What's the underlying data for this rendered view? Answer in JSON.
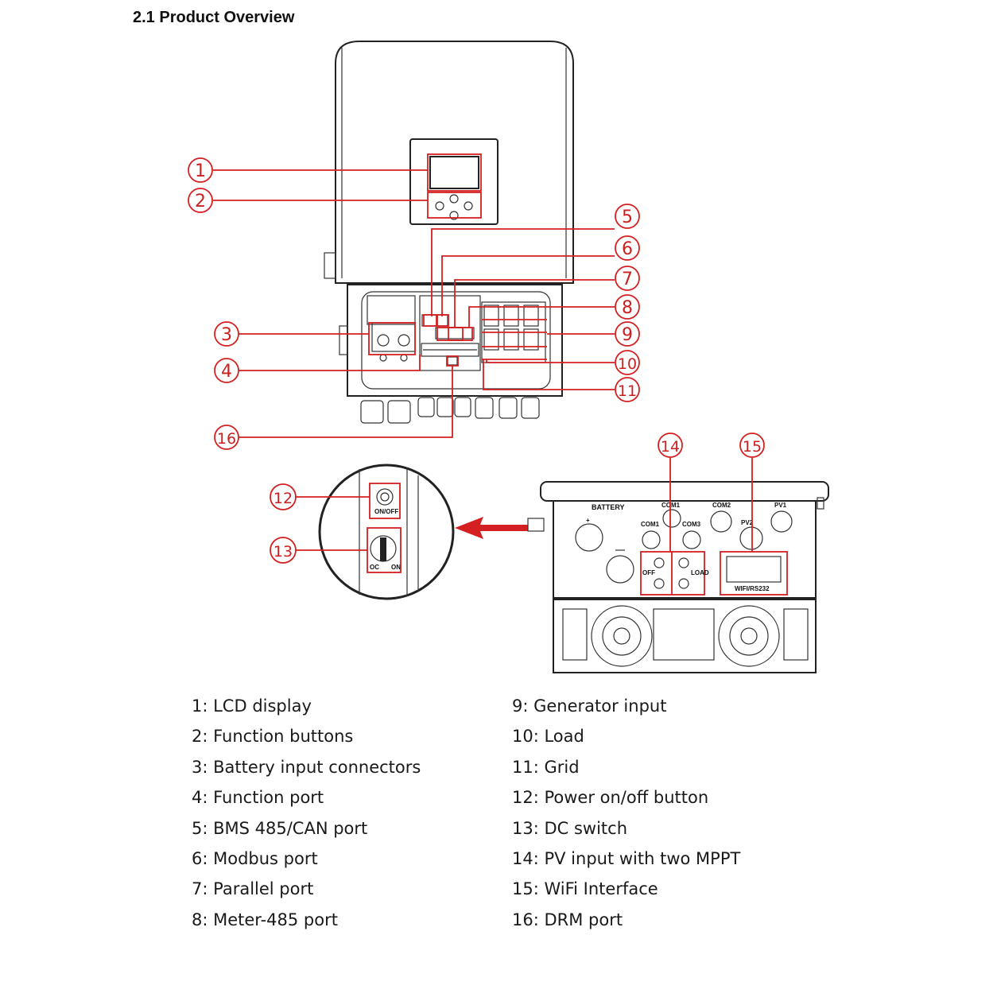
{
  "heading": "2.1 Product Overview",
  "callouts": [
    "1",
    "2",
    "3",
    "4",
    "5",
    "6",
    "7",
    "8",
    "9",
    "10",
    "11",
    "12",
    "13",
    "14",
    "15",
    "16"
  ],
  "device_labels": {
    "battery": "BATTERY",
    "com1_top": "COM1",
    "com1": "COM1",
    "com2": "COM2",
    "com3": "COM3",
    "pv1": "PV1",
    "pv2": "PV2",
    "wifi": "WIFI/RS232",
    "off": "OFF",
    "load": "LOAD",
    "onoff": "ON/OFF",
    "oc": "OC",
    "on": "ON"
  },
  "legend": [
    "1: LCD display",
    "2: Function buttons",
    "3: Battery input connectors",
    "4: Function port",
    "5: BMS 485/CAN port",
    "6:  Modbus port",
    "7:  Parallel port",
    "8:  Meter-485 port",
    "9:  Generator input",
    "10:  Load",
    "11:  Grid",
    "12:  Power on/off button",
    "13:  DC switch",
    "14:  PV input with two MPPT",
    "15:  WiFi Interface",
    "16:  DRM port"
  ]
}
